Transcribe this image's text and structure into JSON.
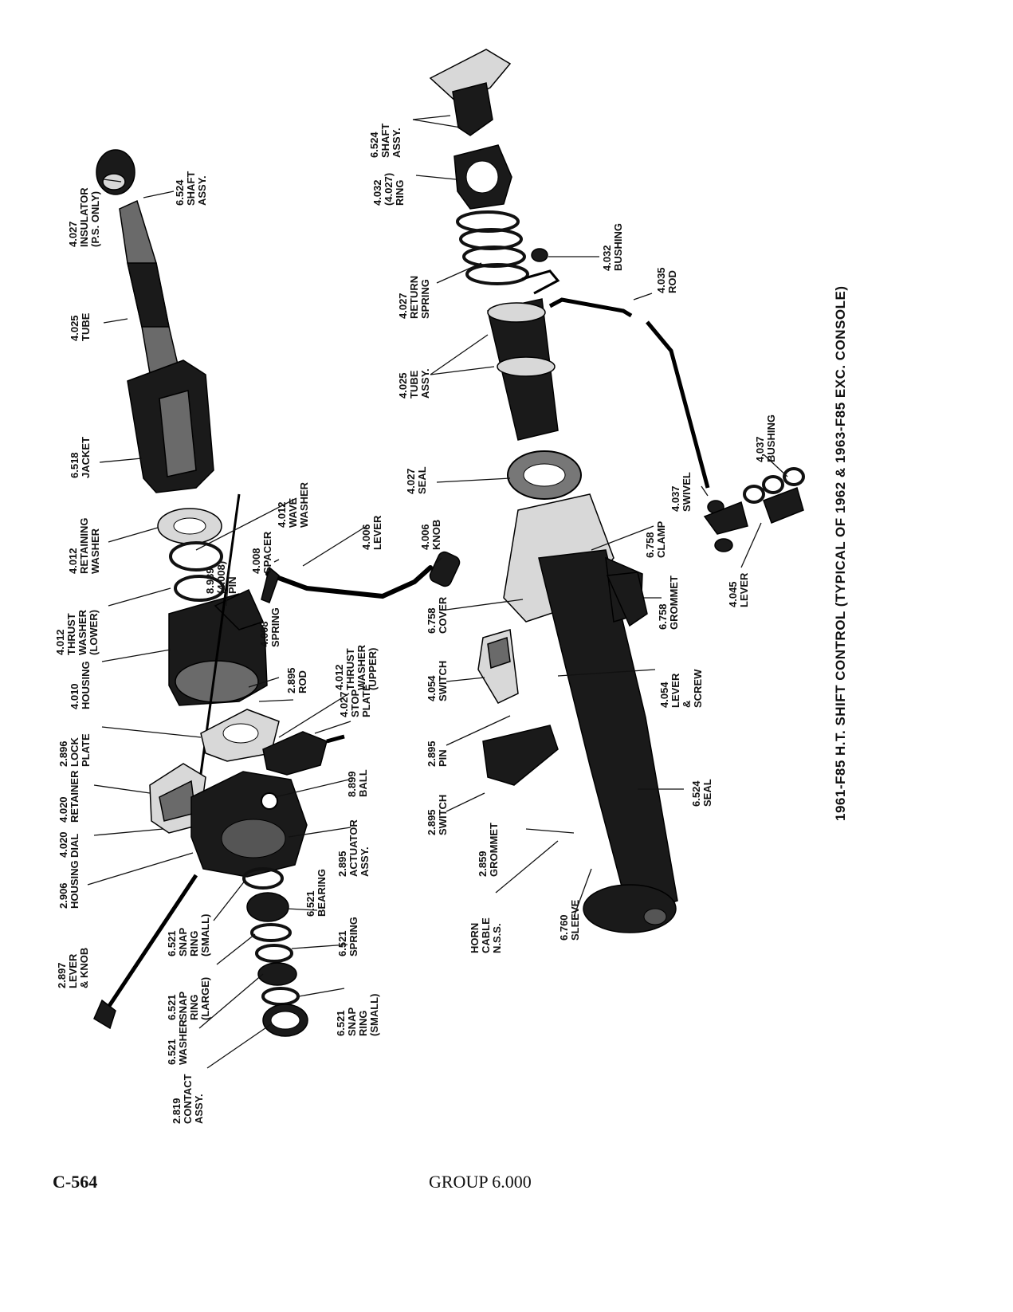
{
  "title": "1961-F85 H.T. SHIFT CONTROL (TYPICAL OF 1962 & 1963-F85 EXC. CONSOLE)",
  "footer": {
    "page": "C-564",
    "group": "GROUP 6.000"
  },
  "labels": {
    "insulator": [
      "4.027",
      "INSULATOR",
      "(P.S. ONLY)"
    ],
    "shaft_left": [
      "6.524",
      "SHAFT",
      "ASSY."
    ],
    "tube_left": [
      "4.025",
      "TUBE"
    ],
    "jacket": [
      "6.518",
      "JACKET"
    ],
    "retaining_washer": [
      "4.012",
      "RETAINING",
      "WASHER"
    ],
    "wave_washer": [
      "4.012",
      "WAVE",
      "WASHER"
    ],
    "pin_8939": [
      "8.939",
      "(4.008)",
      "PIN"
    ],
    "spacer": [
      "4.008",
      "SPACER"
    ],
    "lever_4006": [
      "4.006",
      "LEVER"
    ],
    "knob_4006": [
      "4.006",
      "KNOB"
    ],
    "thrust_lower": [
      "4.012",
      "THRUST",
      "WASHER",
      "(LOWER)"
    ],
    "housing_4010": [
      "4.010",
      "HOUSING"
    ],
    "spring_4008": [
      "4.008",
      "SPRING"
    ],
    "rod_2895": [
      "2.895",
      "ROD"
    ],
    "thrust_upper": [
      "4.012",
      "THRUST",
      "WASHER",
      "(UPPER)"
    ],
    "lock_plate": [
      "2.896",
      "LOCK",
      "PLATE"
    ],
    "stop_plate": [
      "4.027",
      "STOP",
      "PLATE"
    ],
    "retainer": [
      "4.020",
      "RETAINER"
    ],
    "ball": [
      "8.899",
      "BALL"
    ],
    "dial": [
      "4.020",
      "DIAL"
    ],
    "actuator": [
      "2.895",
      "ACTUATOR",
      "ASSY."
    ],
    "housing_2906": [
      "2.906",
      "HOUSING"
    ],
    "bearing": [
      "6.521",
      "BEARING"
    ],
    "lever_knob": [
      "2.897",
      "LEVER",
      "& KNOB"
    ],
    "snap_small_a": [
      "6.521",
      "SNAP",
      "RING",
      "(SMALL)"
    ],
    "spring_6521": [
      "6.521",
      "SPRING"
    ],
    "snap_large": [
      "6.521",
      "SNAP",
      "RING",
      "(LARGE)"
    ],
    "washer_6521": [
      "6.521",
      "WASHER"
    ],
    "snap_small_b": [
      "6.521",
      "SNAP",
      "RING",
      "(SMALL)"
    ],
    "contact": [
      "2.819",
      "CONTACT",
      "ASSY."
    ],
    "shaft_right": [
      "6.524",
      "SHAFT",
      "ASSY."
    ],
    "ring_4032": [
      "4.032",
      "(4.027)",
      "RING"
    ],
    "bushing_4032": [
      "4.032",
      "BUSHING"
    ],
    "rod_4035": [
      "4.035",
      "ROD"
    ],
    "return_spring": [
      "4.027",
      "RETURN",
      "SPRING"
    ],
    "tube_assy": [
      "4.025",
      "TUBE",
      "ASSY."
    ],
    "bushing_4037": [
      "4.037",
      "BUSHING"
    ],
    "seal_4027": [
      "4.027",
      "SEAL"
    ],
    "swivel": [
      "4.037",
      "SWIVEL"
    ],
    "clamp": [
      "6.758",
      "CLAMP"
    ],
    "grommet_6758": [
      "6.758",
      "GROMMET"
    ],
    "lever_4045": [
      "4.045",
      "LEVER"
    ],
    "cover": [
      "6.758",
      "COVER"
    ],
    "switch_4054": [
      "4.054",
      "SWITCH"
    ],
    "lever_screw": [
      "4.054",
      "LEVER",
      "&",
      "SCREW"
    ],
    "pin_2895": [
      "2.895",
      "PIN"
    ],
    "switch_2895": [
      "2.895",
      "SWITCH"
    ],
    "seal_6524": [
      "6.524",
      "SEAL"
    ],
    "grommet_2859": [
      "2.859",
      "GROMMET"
    ],
    "horn_cable": [
      "HORN",
      "CABLE",
      "N.S.S."
    ],
    "sleeve": [
      "6.760",
      "SLEEVE"
    ]
  }
}
